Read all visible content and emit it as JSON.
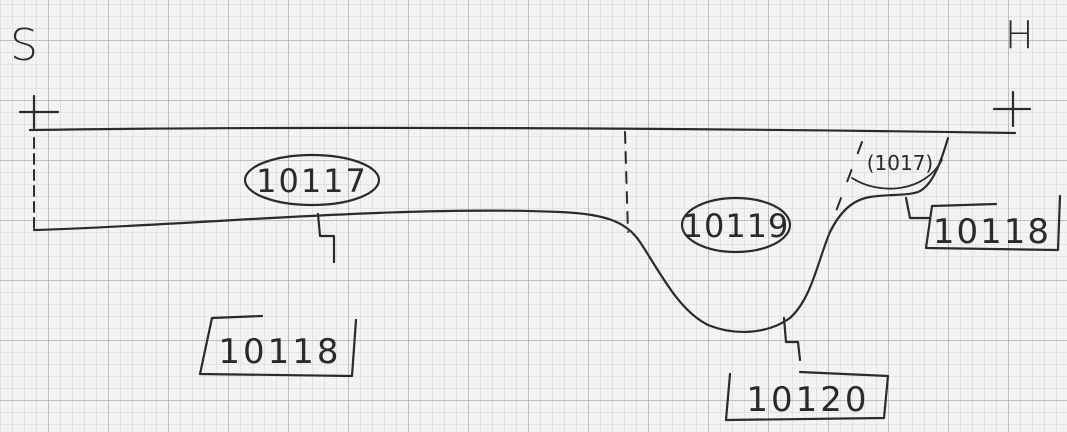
{
  "sheet": {
    "paper_color": "#f3f3f1",
    "grid_minor_color": "#c9ccc9",
    "grid_major_color": "#9ea29f",
    "ink_color": "#2b2b2b"
  },
  "orientation": {
    "left_end": "S",
    "right_end": "H"
  },
  "labels": {
    "upper_left_circled": "10117",
    "lower_left_boxed": "10118",
    "middle_circled": "10119",
    "upper_right_small": "(1017)",
    "right_boxed": "10118",
    "bottom_boxed": "10120"
  }
}
